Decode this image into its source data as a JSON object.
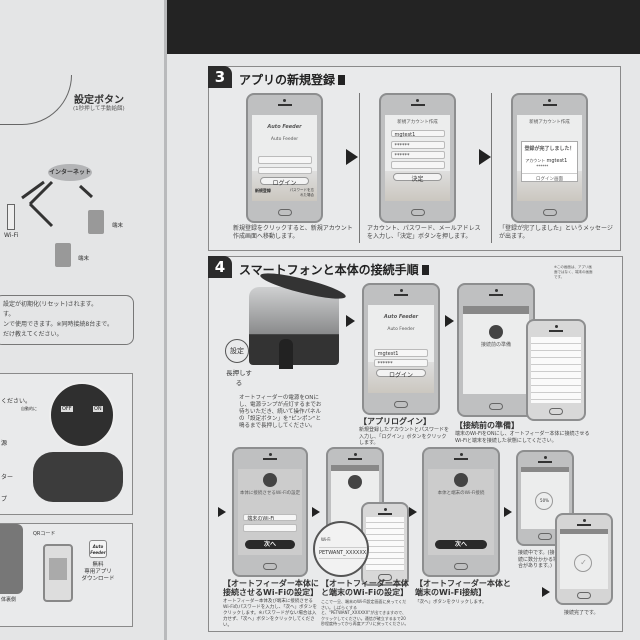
{
  "left_page": {
    "settings_button_label": "設定ボタン",
    "settings_button_note": "(1秒押して手動給餌)",
    "internet": "インターネット",
    "wifi": "Wi-Fi",
    "terminal_1": "端末",
    "terminal_2": "端末",
    "notice_lines": [
      "設定が初期化(リセット)されます。",
      "す。",
      "ンで使用できます。※同時接続8台まで。",
      "だけ教えてください。"
    ],
    "power_text": "ください。",
    "power_sub": "自動的に",
    "off": "OFF",
    "on": "ON",
    "label_power": "源",
    "label_adapter": "ター",
    "label_plug": "プ",
    "qr_label": "QRコード",
    "body_back": "体裏側",
    "app_logo": "Auto Feeder",
    "app_download": [
      "無料",
      "専用アプリ",
      "ダウンロード"
    ]
  },
  "section3": {
    "number": "3",
    "title": "アプリの新規登録",
    "phone1": {
      "logo": "Auto Feeder",
      "app_name": "Auto Feeder",
      "login": "ログイン",
      "register": "新規登録",
      "forgot": "パスワードを忘れた場合"
    },
    "phone2": {
      "header": "新規アカウント作成",
      "account": "mgtest1",
      "password": "******",
      "confirm": "******",
      "submit": "決定"
    },
    "phone3": {
      "header": "新規アカウント作成",
      "dialog_title": "登録が完了しました！",
      "account_label": "アカウント",
      "account": "mgtest1",
      "password": "******",
      "login_button": "ログイン画面"
    },
    "captions": [
      "新規登録をクリックすると、新規アカウント作成画面へ移動します。",
      "アカウント、パスワード、メールアドレスを入力し、「決定」ボタンを押します。",
      "「登録が完了しました」というメッセージが出ます。"
    ]
  },
  "section4": {
    "number": "4",
    "title": "スマートフォンと本体の接続手順",
    "settings_circle": "設定",
    "long_press": "長押しする",
    "feeder_caption": "オートフィーダーの電源をONにし、電源ランプが点灯するまでお待ちいただき、続いて操作パネルの「設定ボタン」を\"ピンポン\"と鳴るまで長押ししてください。",
    "login_phone": {
      "logo": "Auto Feeder",
      "app_name": "Auto Feeder",
      "account": "mgtest1",
      "password": "******",
      "login": "ログイン"
    },
    "login_heading": "【アプリログイン】",
    "login_caption": "新規登録したアカウントとパスワードを入力し、「ログイン」ボタンをクリックします。",
    "prep_phone": {
      "title": "接続前の準備"
    },
    "prep_heading": "【接続前の準備】",
    "prep_caption": "端末のWi-FiをONにし、オートフィーダー本体に接続させるWi-Fiと端末を接続した状態にしてください。",
    "terminal_note": "※この画面は、アプリ画面ではなく、端末の画面です。",
    "wifi_set_phone": {
      "title": "本体に接続させるWi-Fiの設定",
      "ssid": "端末のWi-Fi",
      "next": "次へ"
    },
    "wifi_set_heading": "【オートフィーダー本体に接続させるWi-Fiの設定】",
    "wifi_set_caption": "オートフィーダー本体及び端末に接続させるWi-Fiのパスワードを入力し、「次へ」ボタンをクリックします。※パスワードがない場合は入力せず、「次へ」ボタンをクリックしてください。",
    "magnifier": {
      "label": "Wi-Fi",
      "ssid": "PETWANT_XXXXXX"
    },
    "terminal_wifi_heading": "【オートフィーダー本体と端末のWi-Fiの設定】",
    "terminal_wifi_caption": "ここで一旦、端末のWi-Fi設定画面に戻ってください。しばらくすると、\"PETWANT_XXXXXX\"が出てきますので、クリックしてください。通信が確立するまで20秒程度待ってから再度アプリに戻ってください。",
    "connect_phone": {
      "title": "本体と端末のWi-Fi接続",
      "next": "次へ"
    },
    "connect_heading": "【オートフィーダー本体と端末のWi-Fi接続】",
    "connect_caption": "「次へ」ボタンをクリックします。",
    "progress_phone": {
      "percent": "50%"
    },
    "progress_caption": "接続中です。(接続に数分かかる場合があります。)",
    "done_caption": "接続完了です。"
  }
}
